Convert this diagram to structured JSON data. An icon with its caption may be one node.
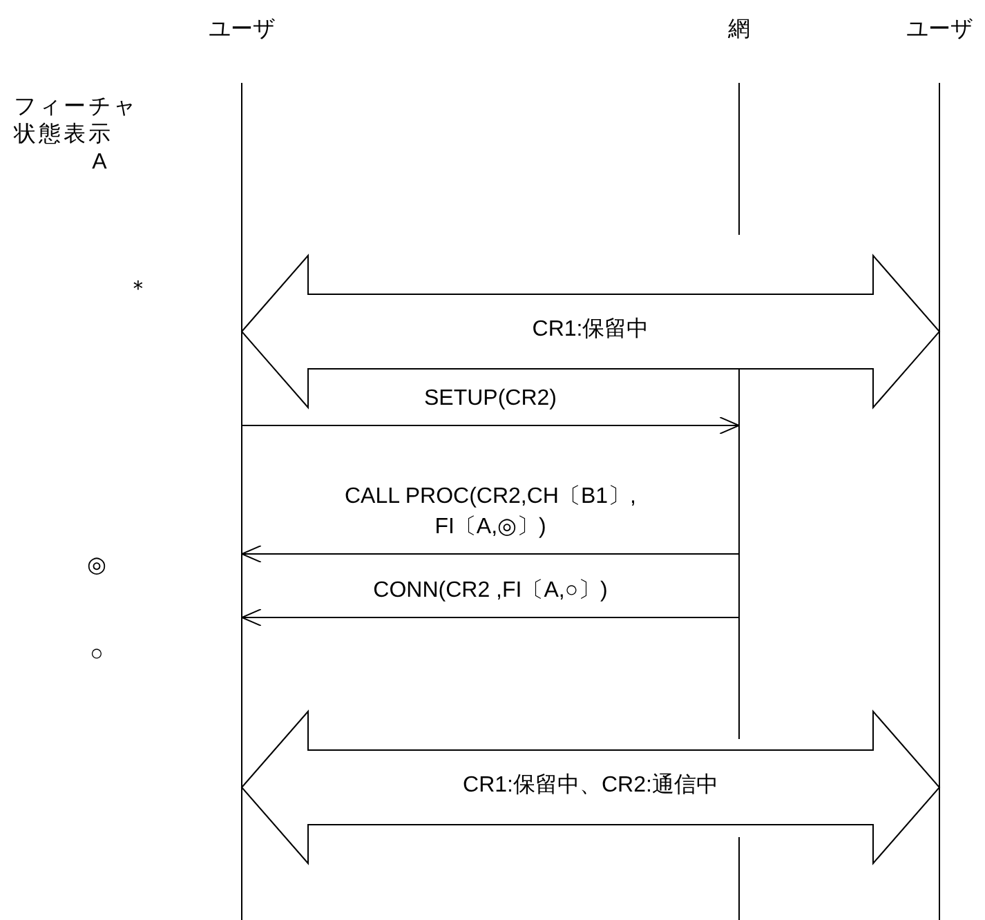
{
  "diagram": {
    "nodes": [
      {
        "text": [
          "ユーザ"
        ]
      },
      {
        "text": [
          "網"
        ]
      },
      {
        "text": [
          "ユーザ"
        ]
      }
    ],
    "edges": [
      {
        "from": 0,
        "to": 2,
        "arrow": "both",
        "label": "CR1:保留中",
        "style": "thick"
      },
      {
        "from": 0,
        "to": 1,
        "arrow": "to",
        "label": "SETUP(CR2)"
      },
      {
        "from": 1,
        "to": 0,
        "arrow": "to",
        "label": "CALL PROC(CR2,CH〔B1〕, FI〔A,◎〕)"
      },
      {
        "from": 1,
        "to": 0,
        "arrow": "to",
        "label": "CONN(CR2 ,FI〔A,○〕)"
      },
      {
        "from": 0,
        "to": 2,
        "arrow": "both",
        "label": "CR1:保留中、CR2:通信中",
        "style": "thick"
      }
    ],
    "labels": [
      "フィーチャ状態表示",
      "A",
      "＊",
      "◎",
      "○"
    ]
  }
}
